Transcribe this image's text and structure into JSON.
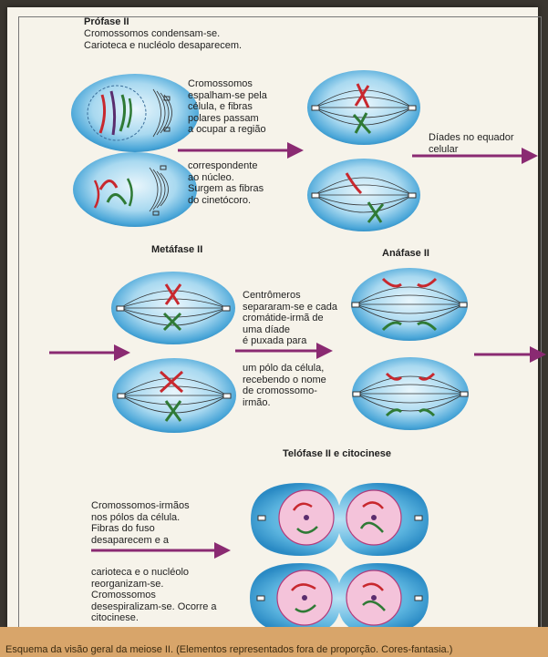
{
  "colors": {
    "cell_light": "#cfe9f6",
    "cell_mid": "#5bb4df",
    "cell_edge": "#1f7fb8",
    "arrow": "#8a2a72",
    "chrom_red": "#c8282e",
    "chrom_green": "#2f7a35",
    "caption_bar": "#d8a56a",
    "nucleus_pink": "#e8a0c4"
  },
  "prophase": {
    "title": "Prófase II",
    "subtitle": "Cromossomos condensam-se.\nCarioteca e nucléolo desaparecem.",
    "middle_text_a": "Cromossomos\nespalham-se pela\ncélula, e fibras\npolares passam\na ocupar a região",
    "middle_text_b": "correspondente\nao núcleo.\nSurgem as fibras\ndo cinetócoro.",
    "right_text": "Díades no equador\ncelular"
  },
  "metaphase": {
    "title": "Metáfase II",
    "text_a": "Centrômeros\nsepararam-se e cada\ncromátide-irmã de\numa díade\né puxada para",
    "text_b": "um pólo da célula,\nrecebendo o nome\nde cromossomo-\nirmão."
  },
  "anaphase": {
    "title": "Anáfase II"
  },
  "telophase": {
    "title": "Telófase II e citocinese",
    "text_a": "Cromossomos-irmãos\nnos pólos da célula.\nFibras do fuso\ndesaparecem e a",
    "text_b": "carioteca e o nucléolo\nreorganizam-se.\nCromossomos\ndesespiralizam-se. Ocorre a\ncitocinese."
  },
  "caption": "Esquema da visão geral da meiose II. (Elementos representados fora de proporção. Cores-fantasia.)"
}
